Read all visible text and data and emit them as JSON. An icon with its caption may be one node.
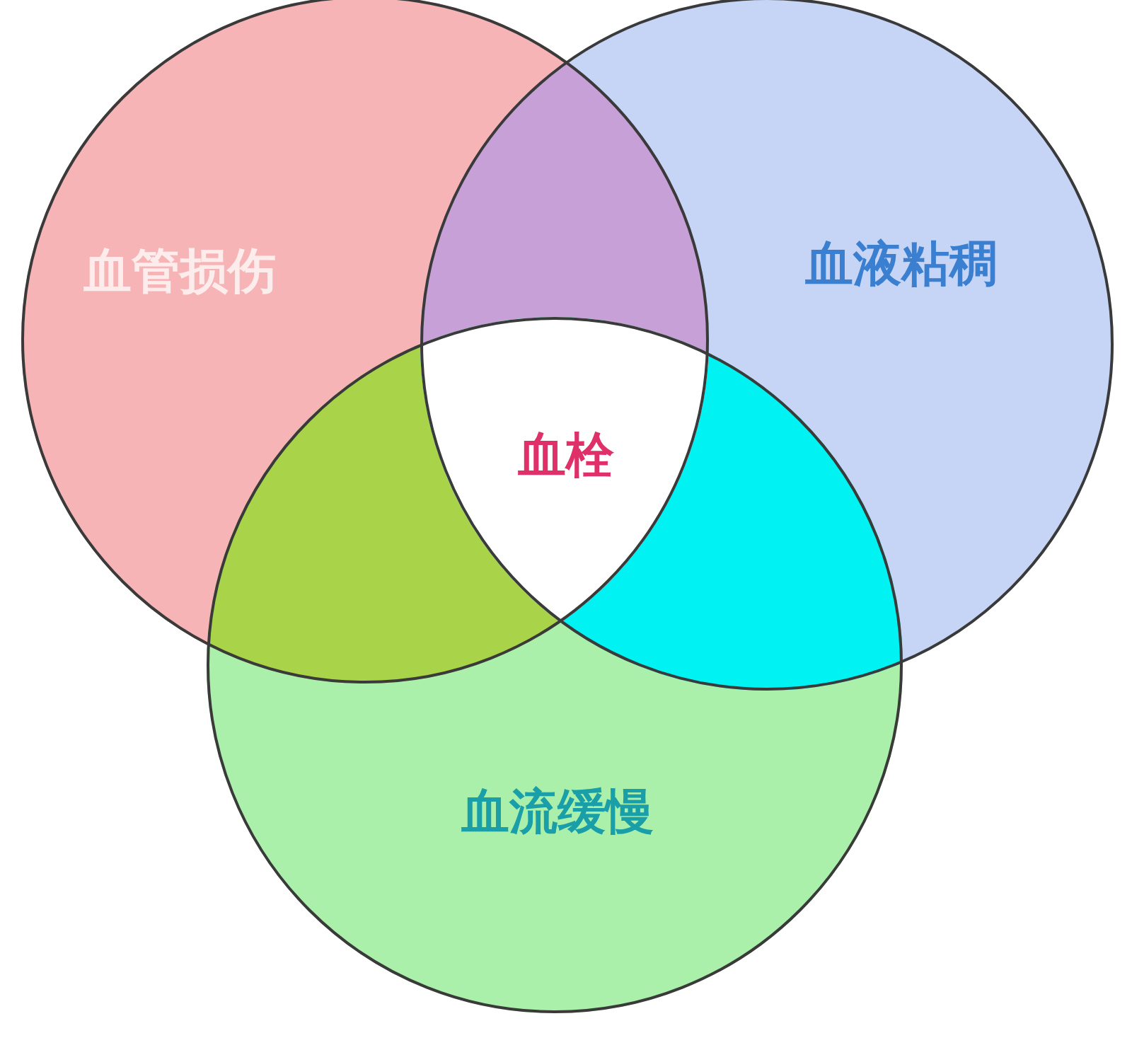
{
  "diagram": {
    "nodes": [
      {
        "text": [
          "血管损伤"
        ]
      },
      {
        "text": [
          "血液粘稠"
        ]
      },
      {
        "text": [
          "血流缓慢"
        ]
      }
    ],
    "labels": [
      "血栓"
    ]
  }
}
